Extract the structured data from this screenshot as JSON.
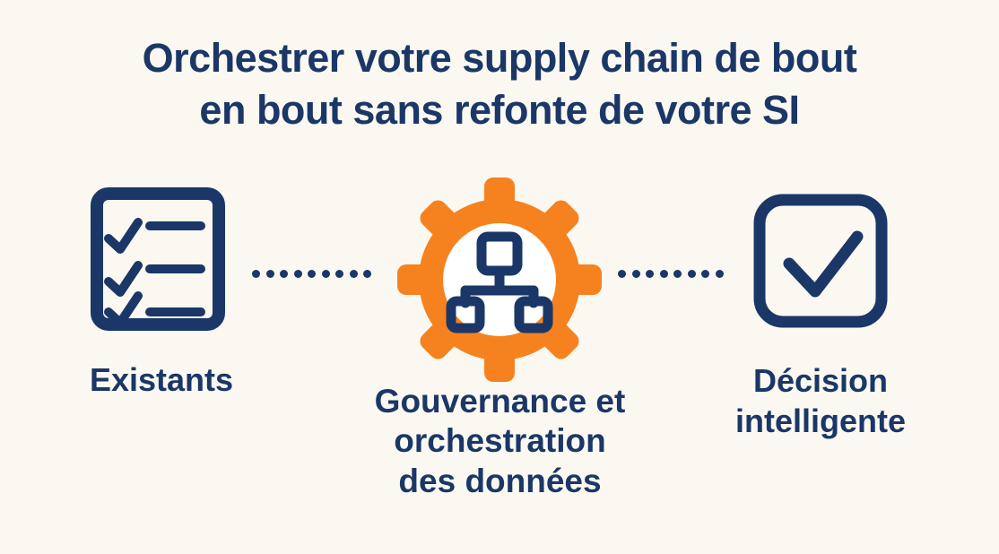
{
  "page": {
    "background_color": "#FAF8F1"
  },
  "colors": {
    "navy": "#1B3767",
    "orange": "#F6821F",
    "gear_center_white": "#FFFFFF"
  },
  "title": {
    "line1": "Orchestrer votre supply chain de bout",
    "line2": "en bout sans refonte de votre SI"
  },
  "diagram": {
    "left": {
      "icon": "checklist-icon",
      "label": "Existants"
    },
    "center": {
      "icon": "gear-sitemap-icon",
      "label_lines": [
        "Gouvernance et",
        "orchestration",
        "des données"
      ]
    },
    "right": {
      "icon": "checkbox-check-icon",
      "label_lines": [
        "Décision",
        "intelligente"
      ]
    },
    "connectors": [
      {
        "style": "dotted",
        "dots": 9
      },
      {
        "style": "dotted",
        "dots": 8
      }
    ]
  }
}
